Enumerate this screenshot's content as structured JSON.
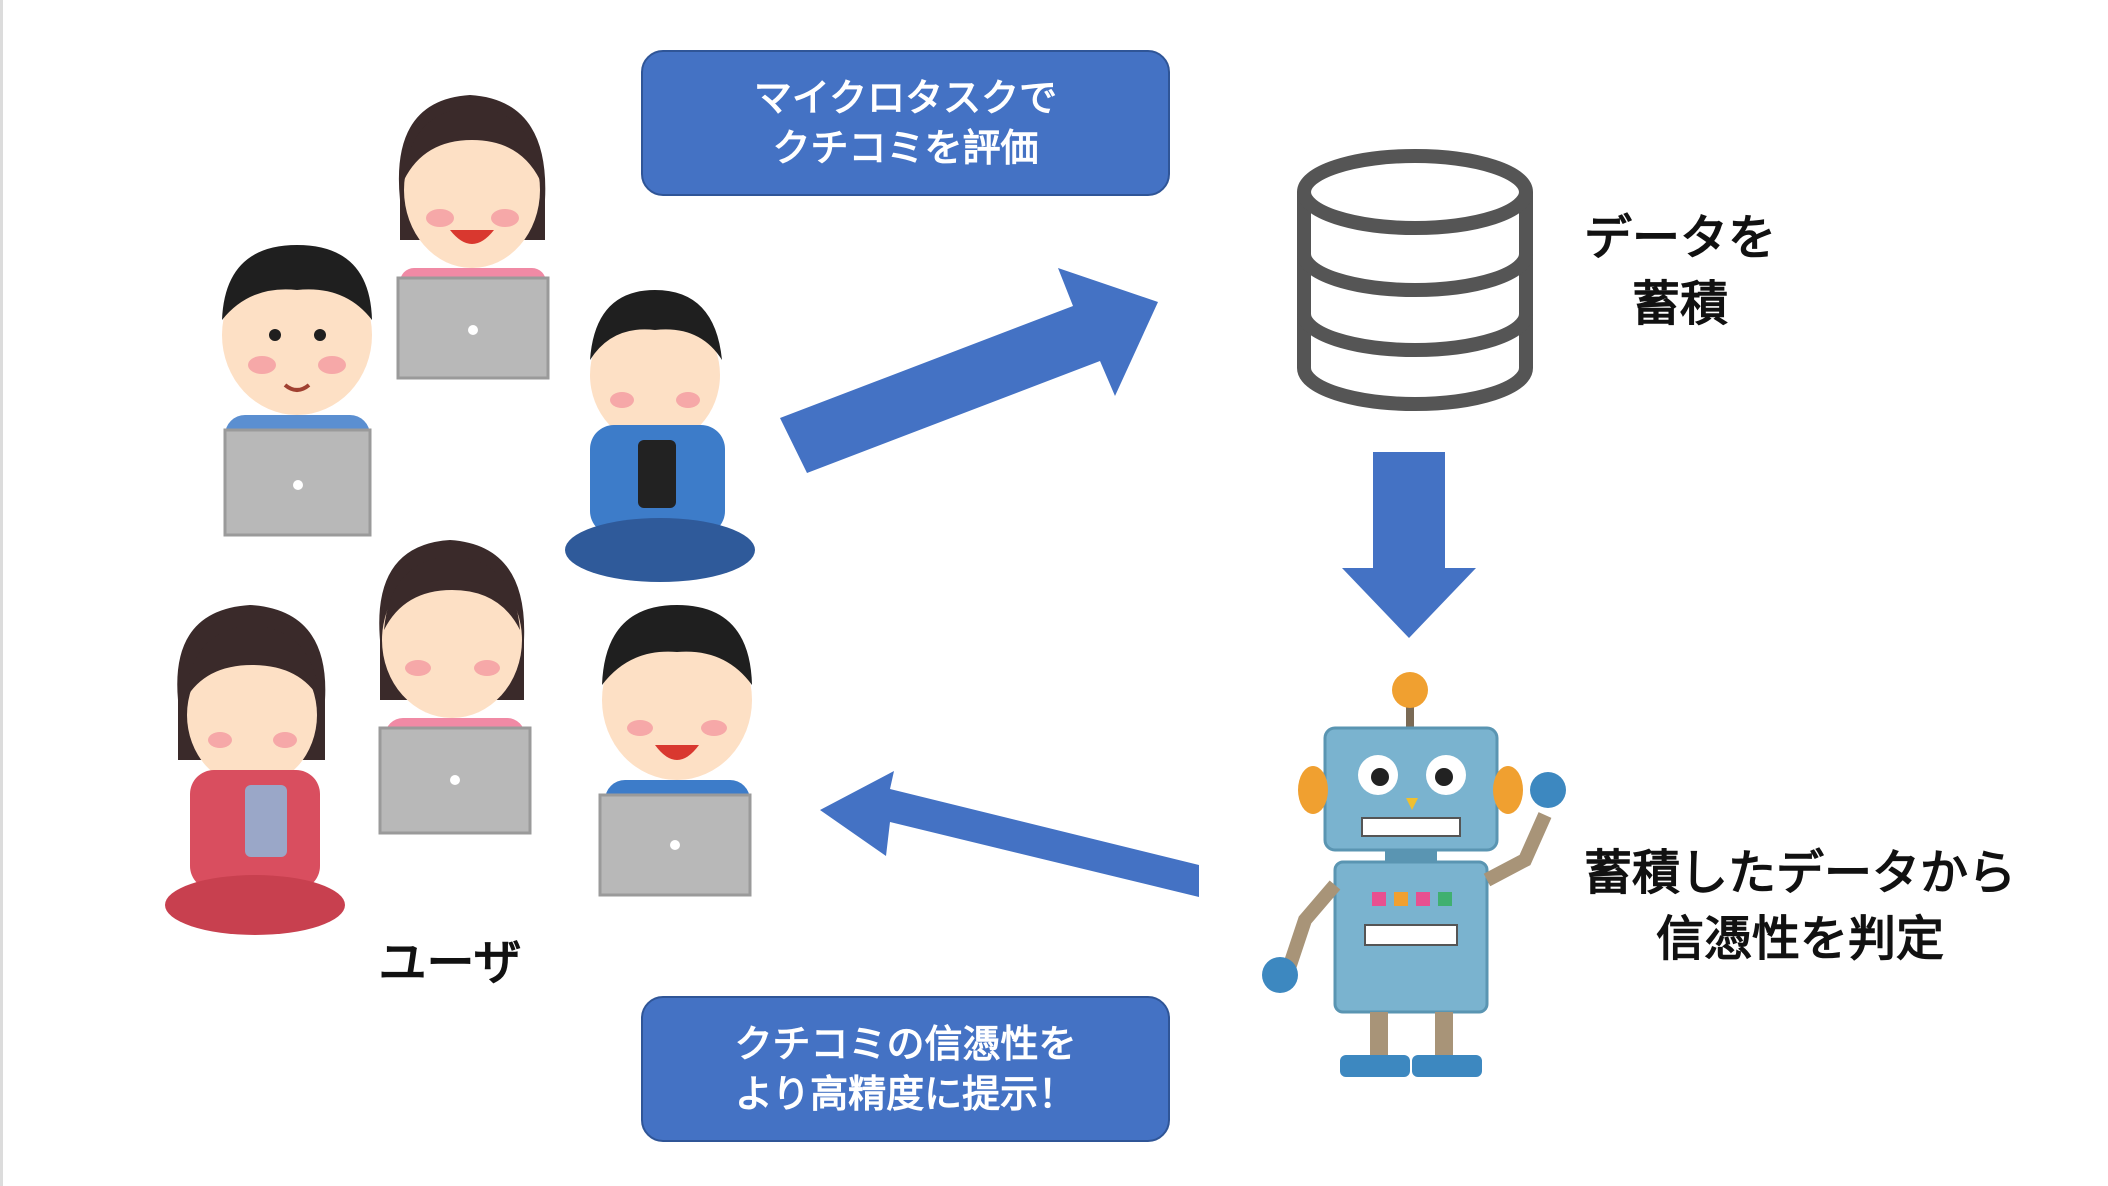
{
  "diagram": {
    "top_box": {
      "line1": "マイクロタスクで",
      "line2": "クチコミを評価"
    },
    "bottom_box": {
      "line1": "クチコミの信憑性を",
      "line2": "より高精度に提示！"
    },
    "users_label": "ユーザ",
    "db_label": {
      "line1": "データを",
      "line2": "蓄積"
    },
    "robot_label": {
      "line1": "蓄積したデータから",
      "line2": "信憑性を判定"
    }
  },
  "colors": {
    "box_fill": "#4472c4",
    "box_border": "#2f5597",
    "arrow": "#4472c4",
    "db_stroke": "#555555",
    "robot_body": "#7ab3cf"
  },
  "icons": [
    "users-illustration",
    "database-icon",
    "robot-illustration"
  ]
}
